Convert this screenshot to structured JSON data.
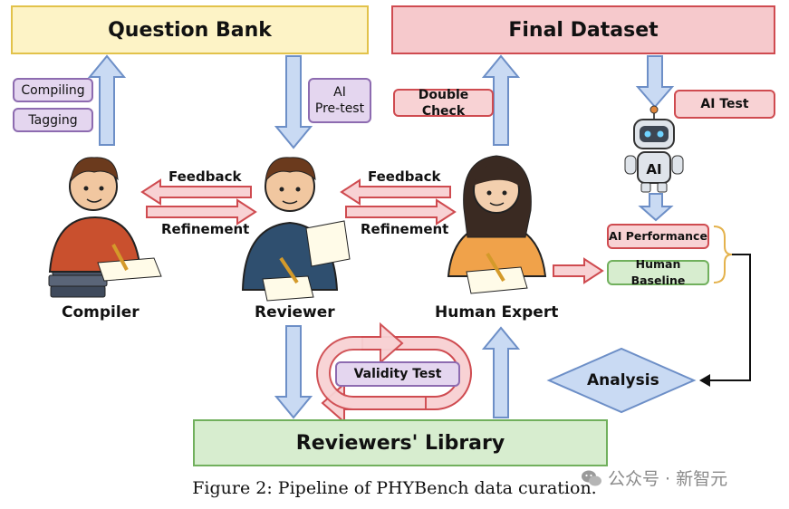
{
  "boxes": {
    "question_bank": "Question Bank",
    "final_dataset": "Final Dataset",
    "reviewers_library": "Reviewers' Library"
  },
  "tags": {
    "compiling": "Compiling",
    "tagging": "Tagging",
    "ai_pretest_line1": "AI",
    "ai_pretest_line2": "Pre-test",
    "double_check": "Double Check",
    "ai_test": "AI Test",
    "validity_test": "Validity Test",
    "ai_performance": "AI Performance",
    "human_baseline": "Human Baseline",
    "analysis": "Analysis"
  },
  "arrows": {
    "feedback_1": "Feedback",
    "refinement_1": "Refinement",
    "feedback_2": "Feedback",
    "refinement_2": "Refinement"
  },
  "people": {
    "compiler": "Compiler",
    "reviewer": "Reviewer",
    "human_expert": "Human Expert",
    "robot_badge": "AI"
  },
  "caption": "Figure 2: Pipeline of PHYBench data curation.",
  "watermark": "公众号 · 新智元",
  "colors": {
    "blue_arrow_fill": "#c9daf3",
    "blue_arrow_stroke": "#6d8fc7",
    "red_arrow_fill": "#f8d2d4",
    "red_arrow_stroke": "#cf4b50",
    "bracket": "#e4b24c"
  }
}
